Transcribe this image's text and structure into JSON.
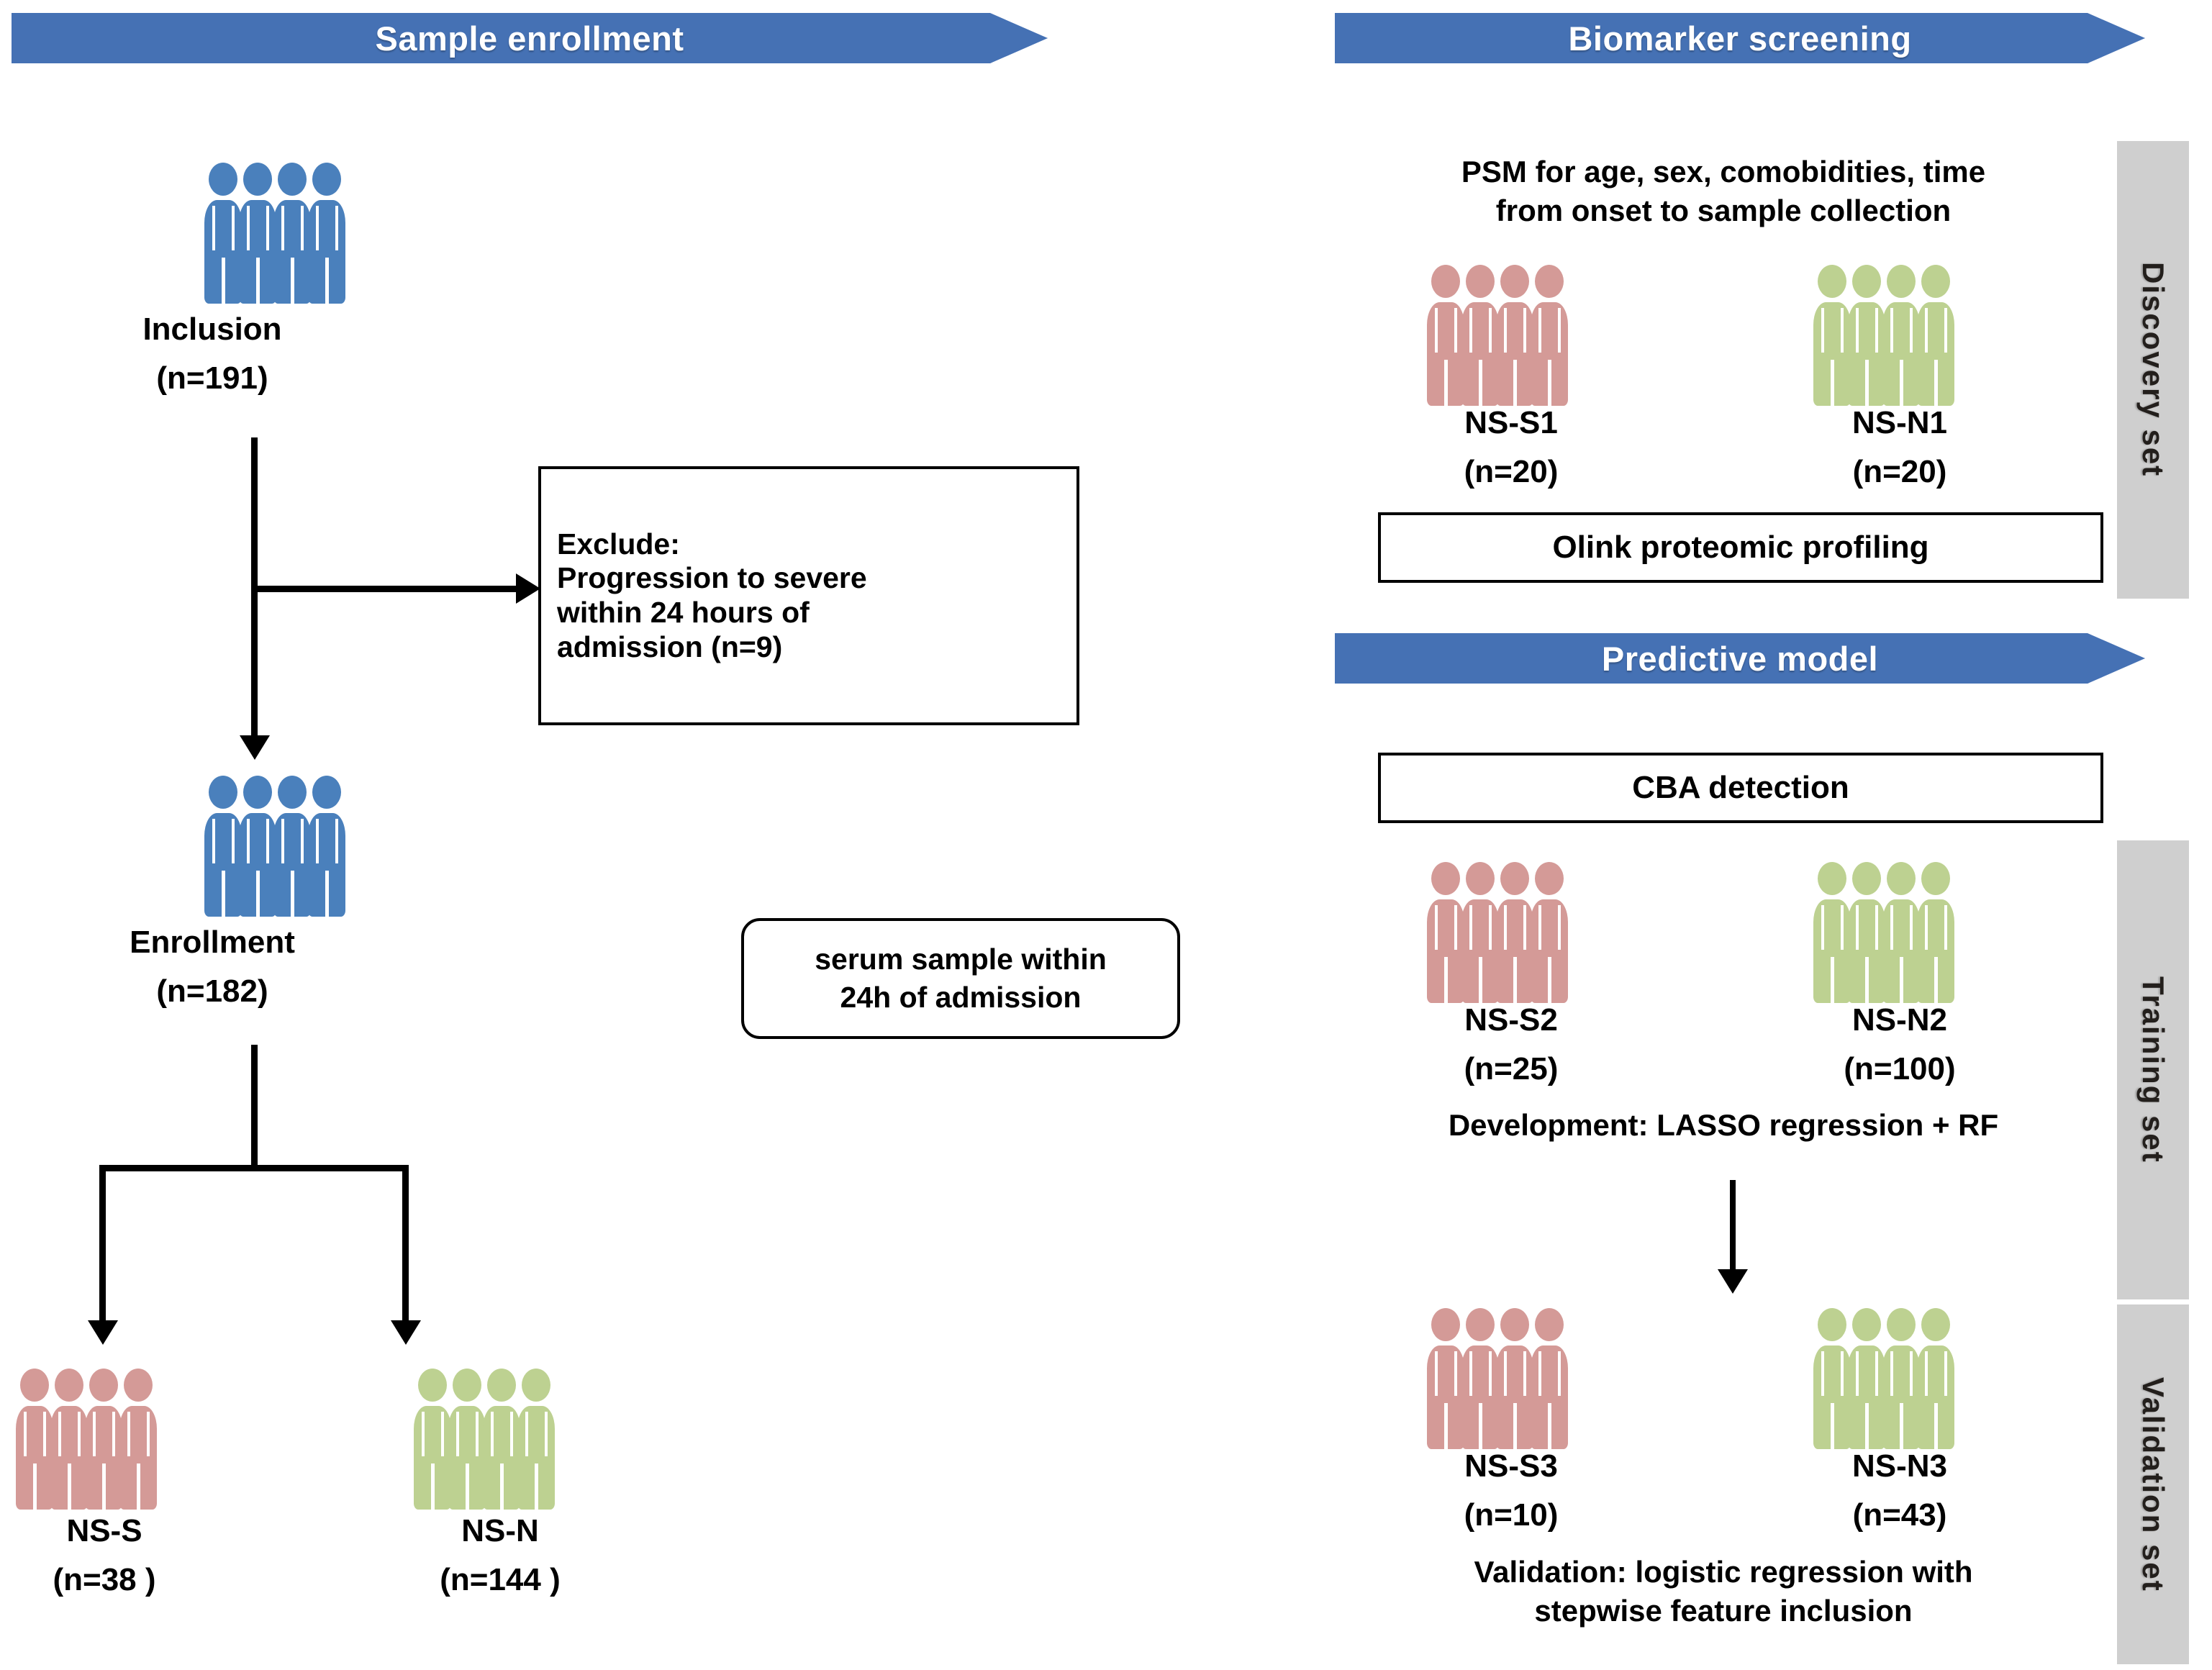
{
  "figure": {
    "type": "study-flow-diagram",
    "colors": {
      "banner_blue": "#4571b4",
      "person_blue": "#4a80bc",
      "person_pink": "#d49a97",
      "person_green": "#bdd191",
      "side_tab_gray": "#cfcfcf",
      "line_black": "#000000",
      "background": "#ffffff"
    }
  },
  "left_column": {
    "banner": "Sample enrollment",
    "inclusion": {
      "label": "Inclusion",
      "count": "(n=191)",
      "icon": "people-blue-4"
    },
    "exclude_box": "Exclude:\nProgression to severe\nwithin 24 hours of\nadmission (n=9)",
    "enrollment": {
      "label": "Enrollment",
      "count": "(n=182)",
      "icon": "people-blue-4"
    },
    "serum_note": "serum sample within\n24h of admission",
    "groups": [
      {
        "label": "NS-S",
        "count": "(n=38 )",
        "icon": "people-pink-4"
      },
      {
        "label": "NS-N",
        "count": "(n=144 )",
        "icon": "people-green-4"
      }
    ]
  },
  "right_column": {
    "biomarker": {
      "banner": "Biomarker screening",
      "psm_note": "PSM for age, sex, comobidities, time\nfrom onset to sample collection",
      "groups": [
        {
          "label": "NS-S1",
          "count": "(n=20)",
          "icon": "people-pink-4"
        },
        {
          "label": "NS-N1",
          "count": "(n=20)",
          "icon": "people-green-4"
        }
      ],
      "method_box": "Olink proteomic profiling",
      "side_tab": "Discovery set"
    },
    "predictive": {
      "banner": "Predictive model",
      "detection_box": "CBA detection",
      "training": {
        "groups": [
          {
            "label": "NS-S2",
            "count": "(n=25)",
            "icon": "people-pink-4"
          },
          {
            "label": "NS-N2",
            "count": "(n=100)",
            "icon": "people-green-4"
          }
        ],
        "note": "Development: LASSO regression + RF",
        "side_tab": "Training set"
      },
      "validation": {
        "groups": [
          {
            "label": "NS-S3",
            "count": "(n=10)",
            "icon": "people-pink-4"
          },
          {
            "label": "NS-N3",
            "count": "(n=43)",
            "icon": "people-green-4"
          }
        ],
        "note": "Validation:  logistic regression with\nstepwise feature inclusion",
        "side_tab": "Validation set"
      }
    }
  }
}
